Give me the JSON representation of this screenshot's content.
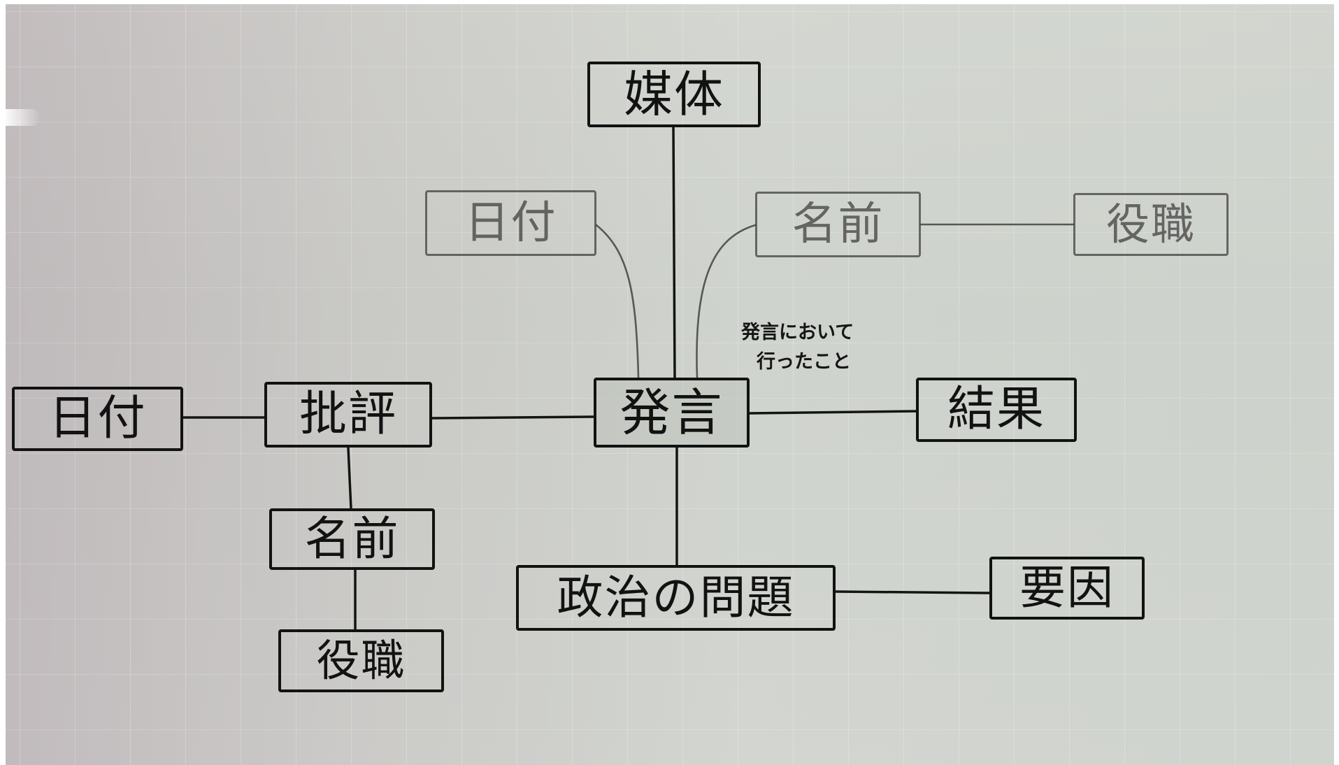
{
  "diagram": {
    "nodes": [
      {
        "id": "baitai",
        "label": "媒体"
      },
      {
        "id": "hatsugen_hizuke",
        "label": "日付"
      },
      {
        "id": "hatsugen_namae",
        "label": "名前"
      },
      {
        "id": "hatsugen_yakushoku",
        "label": "役職"
      },
      {
        "id": "hatsugen",
        "label": "発言"
      },
      {
        "id": "kekka",
        "label": "結果"
      },
      {
        "id": "hihyou",
        "label": "批評"
      },
      {
        "id": "hihyou_hizuke",
        "label": "日付"
      },
      {
        "id": "hihyou_namae",
        "label": "名前"
      },
      {
        "id": "hihyou_yakushoku",
        "label": "役職"
      },
      {
        "id": "seiji_no_mondai",
        "label": "政治の問題"
      },
      {
        "id": "youin",
        "label": "要因"
      }
    ],
    "edges": [
      {
        "from": "baitai",
        "to": "hatsugen"
      },
      {
        "from": "hatsugen_hizuke",
        "to": "hatsugen"
      },
      {
        "from": "hatsugen_namae",
        "to": "hatsugen"
      },
      {
        "from": "hatsugen_namae",
        "to": "hatsugen_yakushoku"
      },
      {
        "from": "hatsugen",
        "to": "kekka"
      },
      {
        "from": "hatsugen",
        "to": "hihyou"
      },
      {
        "from": "hatsugen",
        "to": "seiji_no_mondai"
      },
      {
        "from": "hihyou",
        "to": "hihyou_hizuke"
      },
      {
        "from": "hihyou",
        "to": "hihyou_namae"
      },
      {
        "from": "hihyou_namae",
        "to": "hihyou_yakushoku"
      },
      {
        "from": "seiji_no_mondai",
        "to": "youin"
      }
    ],
    "annotation": {
      "lines": [
        "発言において",
        "行ったこと"
      ]
    }
  }
}
